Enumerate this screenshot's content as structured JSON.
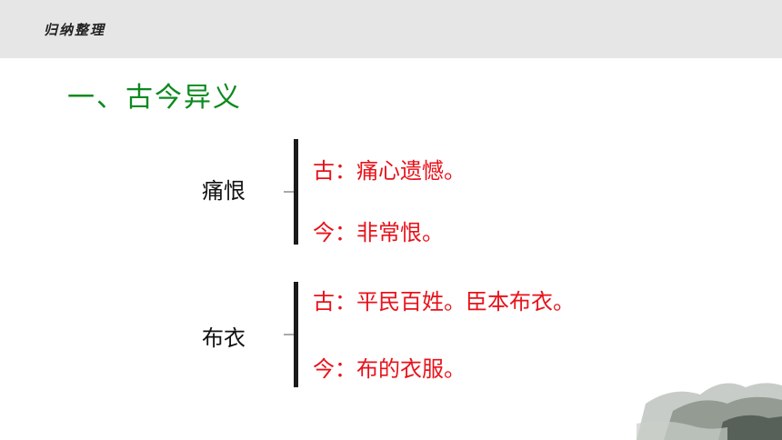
{
  "header": {
    "title": "归纳整理"
  },
  "section": {
    "title": "一、古今异义"
  },
  "entries": [
    {
      "term": "痛恨",
      "ancient": "古：痛心遗憾。",
      "modern": "今：非常恨。"
    },
    {
      "term": "布衣",
      "ancient": "古：平民百姓。臣本布衣。",
      "modern": "今：布的衣服。"
    }
  ]
}
